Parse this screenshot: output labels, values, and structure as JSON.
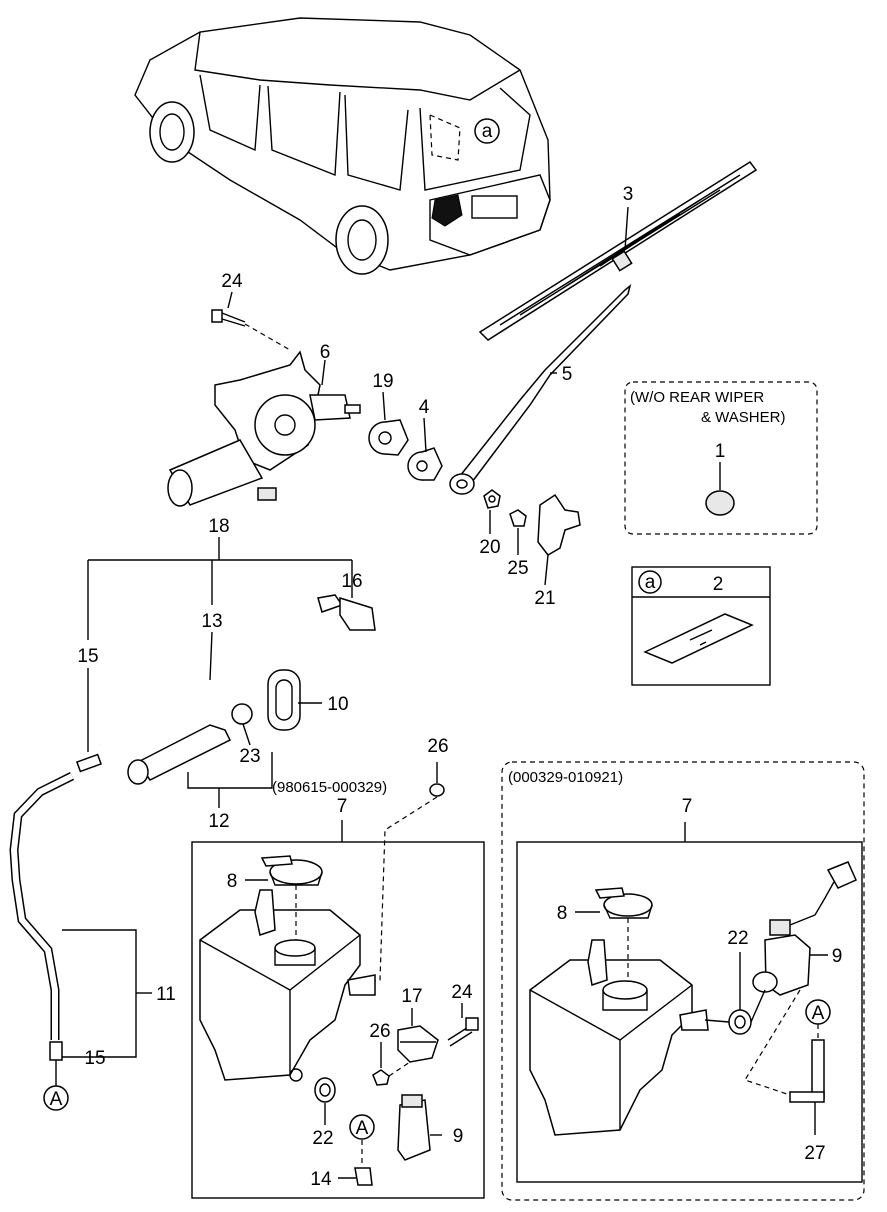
{
  "callouts": [
    {
      "id": "p3",
      "text": "3"
    },
    {
      "id": "p24a",
      "text": "24"
    },
    {
      "id": "p6",
      "text": "6"
    },
    {
      "id": "p19",
      "text": "19"
    },
    {
      "id": "p4",
      "text": "4"
    },
    {
      "id": "p5",
      "text": "5"
    },
    {
      "id": "p1",
      "text": "1"
    },
    {
      "id": "p2",
      "text": "2"
    },
    {
      "id": "p18",
      "text": "18"
    },
    {
      "id": "p16",
      "text": "16"
    },
    {
      "id": "p20",
      "text": "20"
    },
    {
      "id": "p25",
      "text": "25"
    },
    {
      "id": "p21",
      "text": "21"
    },
    {
      "id": "p13",
      "text": "13"
    },
    {
      "id": "p15a",
      "text": "15"
    },
    {
      "id": "p10",
      "text": "10"
    },
    {
      "id": "p23",
      "text": "23"
    },
    {
      "id": "p12",
      "text": "12"
    },
    {
      "id": "p26a",
      "text": "26"
    },
    {
      "id": "p7a",
      "text": "7"
    },
    {
      "id": "p7b",
      "text": "7"
    },
    {
      "id": "p8a",
      "text": "8"
    },
    {
      "id": "p8b",
      "text": "8"
    },
    {
      "id": "p11",
      "text": "11"
    },
    {
      "id": "p15b",
      "text": "15"
    },
    {
      "id": "p17",
      "text": "17"
    },
    {
      "id": "p24b",
      "text": "24"
    },
    {
      "id": "p26b",
      "text": "26"
    },
    {
      "id": "p22a",
      "text": "22"
    },
    {
      "id": "p9a",
      "text": "9"
    },
    {
      "id": "p14",
      "text": "14"
    },
    {
      "id": "p22b",
      "text": "22"
    },
    {
      "id": "p9b",
      "text": "9"
    },
    {
      "id": "p27",
      "text": "27"
    }
  ],
  "markers": {
    "a_car": "a",
    "a_box": "a",
    "A_left": "A",
    "A_mid": "A",
    "A_right": "A"
  },
  "notes": {
    "wo_rear_line1": "(W/O REAR WIPER",
    "wo_rear_line2": "& WASHER)",
    "range_left": "(980615-000329)",
    "range_right": "(000329-010921)"
  }
}
